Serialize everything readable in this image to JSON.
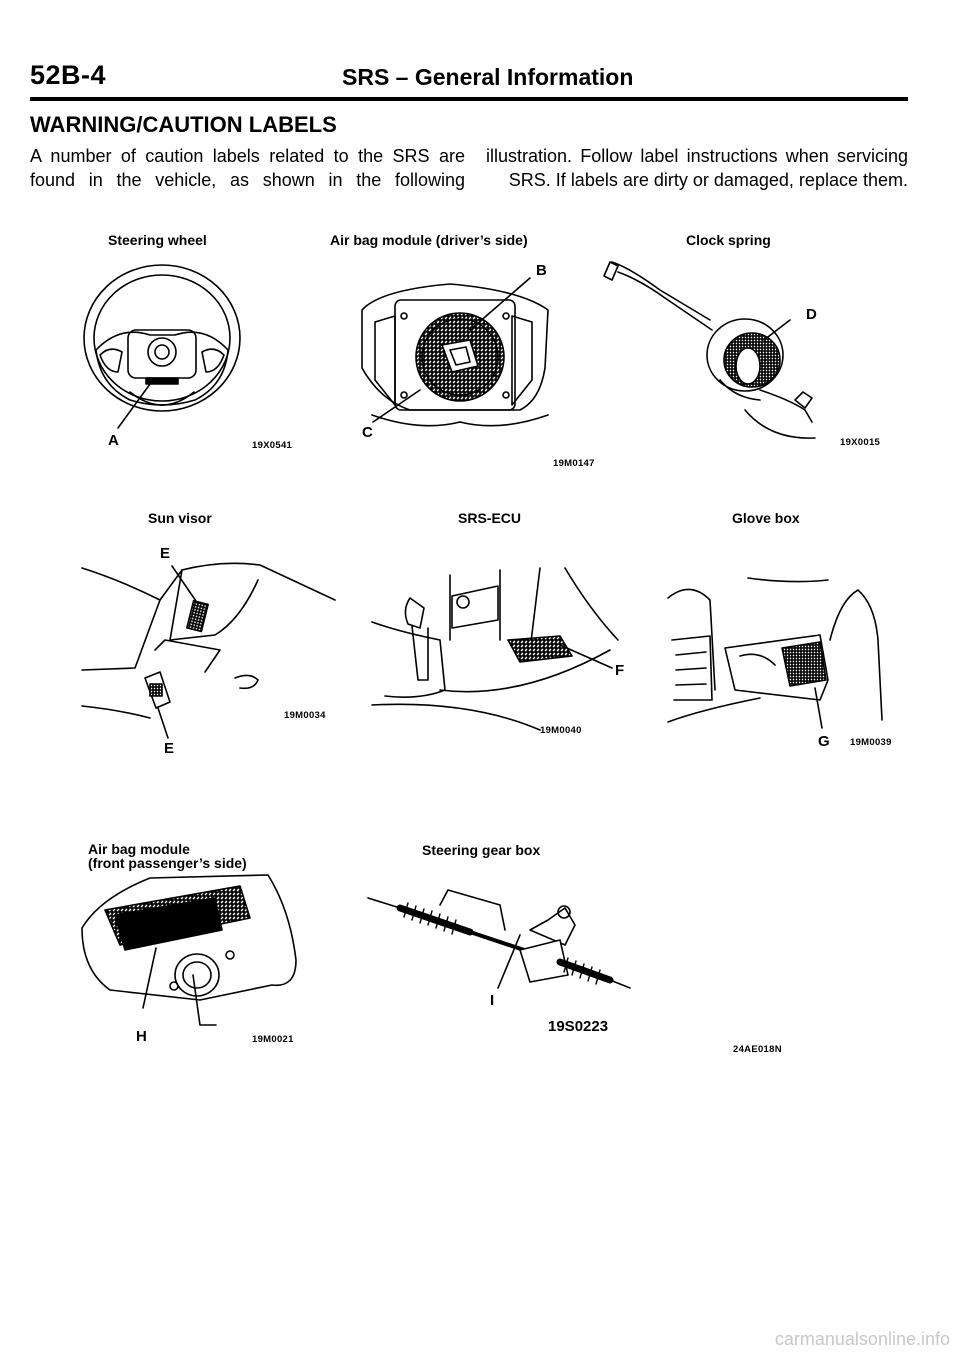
{
  "header": {
    "page_number": "52B-4",
    "title": "SRS – General Information"
  },
  "section": {
    "heading": "WARNING/CAUTION LABELS",
    "intro_left_line1": "A number of caution labels related to the SRS are",
    "intro_left_line2": "found in the vehicle, as shown in the following",
    "intro_right_line1": "illustration. Follow label instructions when servicing",
    "intro_right_line2": "SRS. If labels are dirty or damaged, replace them."
  },
  "figures": {
    "steering_wheel": {
      "caption": "Steering wheel",
      "code": "19X0541",
      "label": "A"
    },
    "airbag_driver": {
      "caption": "Air bag module (driver’s side)",
      "code": "19M0147",
      "label_b": "B",
      "label_c": "C"
    },
    "clock_spring": {
      "caption": "Clock spring",
      "code": "19X0015",
      "label": "D"
    },
    "sun_visor": {
      "caption": "Sun visor",
      "code": "19M0034",
      "label_top": "E",
      "label_bottom": "E"
    },
    "srs_ecu": {
      "caption": "SRS-ECU",
      "code": "19M0040",
      "label": "F"
    },
    "glove_box": {
      "caption": "Glove box",
      "code": "19M0039",
      "label": "G"
    },
    "airbag_passenger": {
      "caption_line1": "Air bag module",
      "caption_line2": "(front passenger’s side)",
      "code": "19M0021",
      "label": "H"
    },
    "steering_gear": {
      "caption": "Steering gear box",
      "code": "19S0223",
      "label": "I"
    }
  },
  "figure_ref": "24AE018N",
  "footer": {
    "watermark": "carmanualsonline.info"
  }
}
